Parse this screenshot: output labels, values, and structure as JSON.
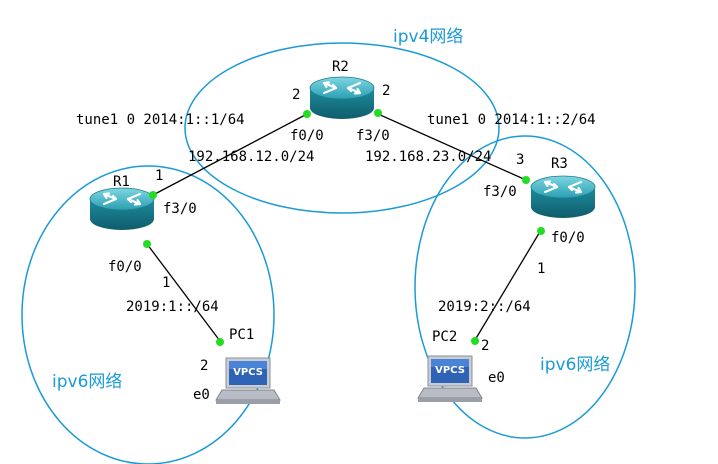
{
  "zones": {
    "ipv4": "ipv4网络",
    "ipv6_left": "ipv6网络",
    "ipv6_right": "ipv6网络"
  },
  "routers": {
    "r1": "R1",
    "r2": "R2",
    "r3": "R3"
  },
  "pcs": {
    "pc1": "PC1",
    "pc2": "PC2",
    "screen_label": "VPCS"
  },
  "links": {
    "r1_r2": {
      "tunnel": "tune1 0 2014:1::1/64",
      "subnet": "192.168.12.0/24",
      "r1_port_num": "1",
      "r1_iface": "f3/0",
      "r2_port_num": "2",
      "r2_iface": "f0/0"
    },
    "r2_r3": {
      "tunnel": "tune1 0 2014:1::2/64",
      "subnet": "192.168.23.0/24",
      "r2_port_num": "2",
      "r2_iface": "f3/0",
      "r3_port_num": "3",
      "r3_iface": "f3/0"
    },
    "r1_pc1": {
      "subnet": "2019:1::/64",
      "r1_iface": "f0/0",
      "r1_port_num": "1",
      "pc_port_num": "2",
      "pc_iface": "e0"
    },
    "r3_pc2": {
      "subnet": "2019:2::/64",
      "r3_iface": "f0/0",
      "r3_port_num": "1",
      "pc_port_num": "2",
      "pc_iface": "e0"
    }
  },
  "colors": {
    "zone_outline": "#1a9ad6",
    "link_dot": "#22dd22",
    "router_body": "#1f8fa3",
    "router_top": "#4fc0cf"
  }
}
